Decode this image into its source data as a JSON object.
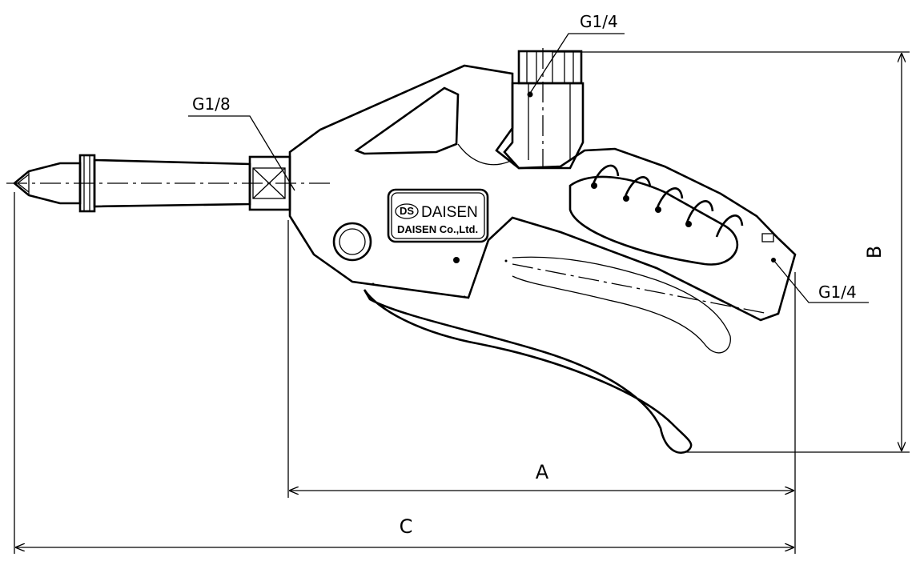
{
  "labels": {
    "top_port": "G1/4",
    "nozzle_port": "G1/8",
    "rear_port": "G1/4"
  },
  "dimensions": {
    "a": "A",
    "b": "B",
    "c": "C"
  },
  "logo": {
    "brand": "DAISEN",
    "mark": "DS",
    "company": "DAISEN Co.,Ltd."
  }
}
